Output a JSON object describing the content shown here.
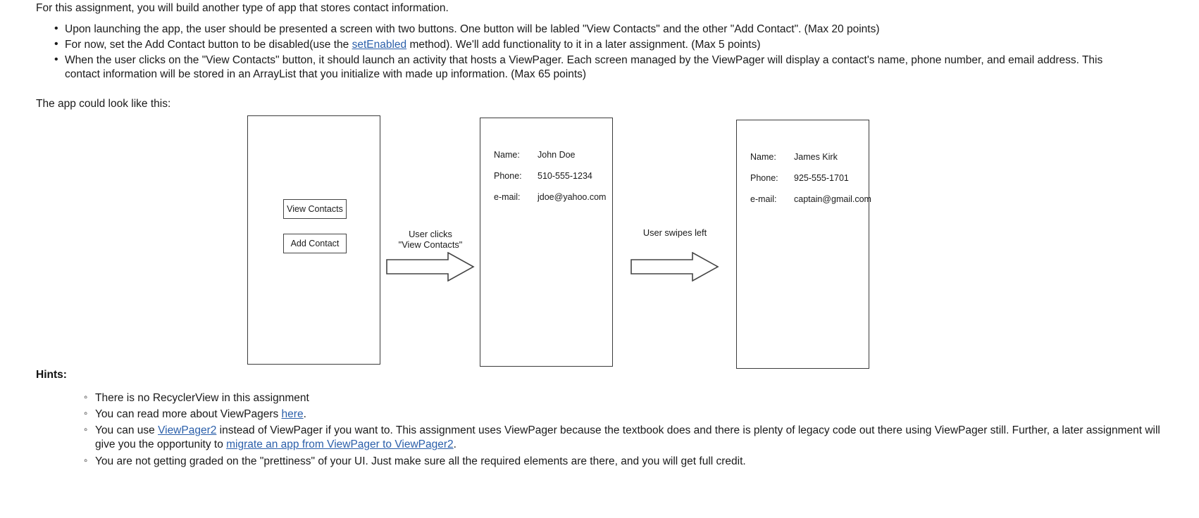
{
  "intro": "For this assignment, you will build another type of app that stores contact information.",
  "requirements": [
    {
      "pre": "Upon launching the app, the user should be presented a screen with two buttons.  One button will be labled \"View Contacts\" and the other \"Add Contact\". (Max 20 points)"
    },
    {
      "pre": "For now, set the Add Contact button to be disabled(use the ",
      "link": "setEnabled",
      "post": " method).  We'll add functionality to it in a later assignment. (Max 5 points)"
    },
    {
      "pre": "When the user clicks on the \"View Contacts\" button, it should launch an activity that hosts a ViewPager.  Each screen managed by the ViewPager will display a contact's name, phone number, and email address.  This contact information will be stored in an ArrayList that you initialize with made up information. (Max 65 points)"
    }
  ],
  "lead": "The app could look like this:",
  "diagram": {
    "home_screen": {
      "buttons": [
        {
          "label": "View Contacts"
        },
        {
          "label": "Add Contact"
        }
      ]
    },
    "captions": [
      {
        "line1": "User clicks",
        "line2": "\"View Contacts\""
      },
      {
        "line1": "User swipes left",
        "line2": ""
      }
    ],
    "contacts": [
      {
        "rows": [
          {
            "label": "Name:",
            "value": "John Doe"
          },
          {
            "label": "Phone:",
            "value": "510-555-1234"
          },
          {
            "label": "e-mail:",
            "value": "jdoe@yahoo.com"
          }
        ]
      },
      {
        "rows": [
          {
            "label": "Name:",
            "value": "James Kirk"
          },
          {
            "label": "Phone:",
            "value": "925-555-1701"
          },
          {
            "label": "e-mail:",
            "value": "captain@gmail.com"
          }
        ]
      }
    ]
  },
  "hints_title": "Hints:",
  "hints": [
    {
      "pre": "There is no RecyclerView in this assignment"
    },
    {
      "pre": "You can read more about ViewPagers ",
      "link": "here",
      "post": "."
    },
    {
      "pre": "You can use ",
      "link": "ViewPager2",
      "post": " instead of ViewPager if you want to.  This assignment uses ViewPager because the textbook does and there is plenty of legacy code out there using ViewPager still.  Further, a later assignment will give you the opportunity to ",
      "link2": "migrate an app from ViewPager to ViewPager2",
      "post2": "."
    },
    {
      "pre": "You are not getting graded on the \"prettiness\" of your UI.  Just make sure all the required elements are there, and you will get full credit."
    }
  ],
  "colors": {
    "text": "#1a1a1a",
    "link": "#2b5faa",
    "outline": "#3b3b3b"
  }
}
